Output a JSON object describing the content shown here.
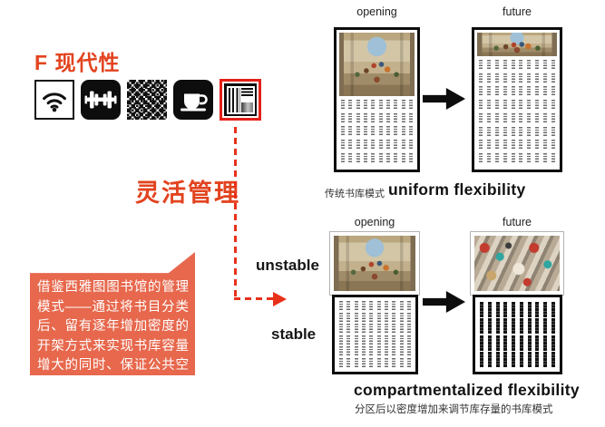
{
  "slide": {
    "section_title": "F 现代性",
    "flexible_management_label": "灵活管理",
    "unstable_label": "unstable",
    "stable_label": "stable",
    "callout_text": "借鉴西雅图图书馆的管理模式——通过将书目分类后、留有逐年增加密度的开架方式来实现书库容量增大的同时、保证公共空间的完整度和丰富性"
  },
  "icons": {
    "wifi": "wifi-icon",
    "gym": "dumbbell-icon",
    "qr": "qr-code-icon",
    "cafe": "coffee-cup-icon",
    "library": "bookshelf-icon",
    "highlighted": "bookshelf"
  },
  "diagrams": {
    "uniform": {
      "opening_label": "opening",
      "future_label": "future",
      "caption_cn": "传统书库模式",
      "caption_en": "uniform flexibility",
      "opening_grid": {
        "rows": 5,
        "cols": 10,
        "unit": "shelf"
      },
      "future_grid": {
        "rows": 8,
        "cols": 10,
        "unit": "shelf"
      }
    },
    "compartmentalized": {
      "opening_label": "opening",
      "future_label": "future",
      "caption_en": "compartmentalized flexibility",
      "caption_cn": "分区后以密度增加来调节库存量的书库模式",
      "opening_grid": {
        "rows": 6,
        "cols": 10,
        "unit": "shelf"
      },
      "future_grid": {
        "rows": 4,
        "cols": 10,
        "unit": "bar"
      }
    }
  },
  "colors": {
    "accent_red": "#e2431f",
    "callout_bg": "#e7684d",
    "dashed_line_red": "#e8311a",
    "icon_highlight_border": "#e32119",
    "frame_black": "#0d0d0d"
  }
}
